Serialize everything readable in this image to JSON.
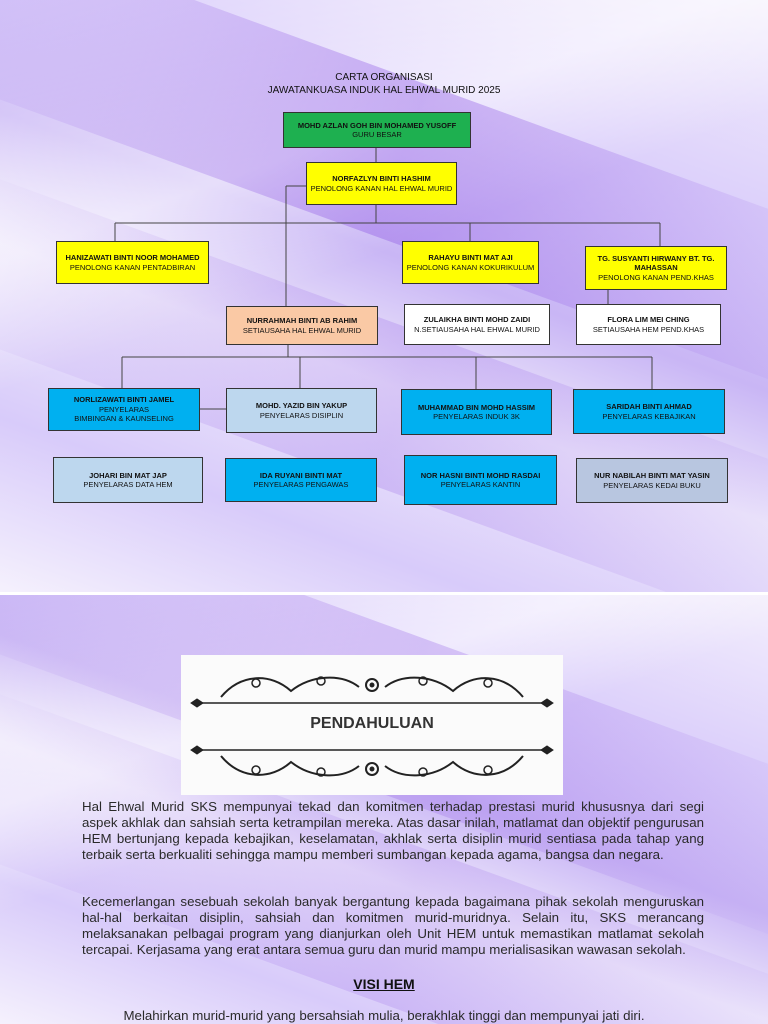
{
  "chart": {
    "title_line1": "CARTA ORGANISASI",
    "title_line2": "JAWATANKUASA INDUK HAL EHWAL MURID 2025",
    "nodes": {
      "guru_besar": {
        "name": "MOHD AZLAN GOH BIN MOHAMED YUSOFF",
        "role": "GURU BESAR"
      },
      "pk_hem": {
        "name": "NORFAZLYN BINTI HASHIM",
        "role": "PENOLONG KANAN HAL EHWAL MURID"
      },
      "pk_pentadbiran": {
        "name": "HANIZAWATI BINTI NOOR MOHAMED",
        "role": "PENOLONG KANAN PENTADBIRAN"
      },
      "pk_koku": {
        "name": "RAHAYU BINTI MAT AJI",
        "role": "PENOLONG KANAN KOKURIKULUM"
      },
      "pk_pendkhas": {
        "name": "TG. SUSYANTI HIRWANY BT. TG. MAHASSAN",
        "role": "PENOLONG KANAN PEND.KHAS"
      },
      "setiausaha": {
        "name": "NURRAHMAH BINTI AB RAHIM",
        "role": "SETIAUSAHA HAL EHWAL MURID"
      },
      "n_setiausaha": {
        "name": "ZULAIKHA BINTI MOHD ZAIDI",
        "role": "N.SETIAUSAHA HAL EHWAL MURID"
      },
      "setiausaha_pendkhas": {
        "name": "FLORA LIM MEI CHING",
        "role": "SETIAUSAHA HEM PEND.KHAS"
      },
      "bimbingan": {
        "name": "NORLIZAWATI BINTI JAMEL",
        "role": "PENYELARAS",
        "role2": "BIMBINGAN & KAUNSELING"
      },
      "disiplin": {
        "name": "MOHD. YAZID BIN YAKUP",
        "role": "PENYELARAS DISIPLIN"
      },
      "induk3k": {
        "name": "MUHAMMAD BIN MOHD HASSIM",
        "role": "PENYELARAS INDUK 3K"
      },
      "kebajikan": {
        "name": "SARIDAH BINTI AHMAD",
        "role": "PENYELARAS KEBAJIKAN"
      },
      "data_hem": {
        "name": "JOHARI BIN MAT JAP",
        "role": "PENYELARAS DATA HEM"
      },
      "pengawas": {
        "name": "IDA RUYANI BINTI MAT",
        "role": "PENYELARAS PENGAWAS"
      },
      "kantin": {
        "name": "NOR HASNI BINTI MOHD RASDAI",
        "role": "PENYELARAS KANTIN"
      },
      "kedai_buku": {
        "name": "NUR NABILAH BINTI MAT YASIN",
        "role": "PENYELARAS KEDAI BUKU"
      }
    },
    "colors": {
      "yellow": "#ffff00",
      "green": "#1eb050",
      "peach": "#fac9a5",
      "blue": "#00b0f0",
      "light_blue": "#bdd7ee"
    }
  },
  "pendahuluan": {
    "heading": "PENDAHULUAN",
    "paragraph1": "Hal Ehwal Murid SKS mempunyai tekad dan komitmen terhadap prestasi murid khususnya dari segi aspek akhlak dan sahsiah serta ketrampilan mereka. Atas dasar inilah, matlamat dan objektif pengurusan HEM bertunjang kepada kebajikan, keselamatan, akhlak serta disiplin murid sentiasa pada tahap yang terbaik serta berkualiti sehingga mampu memberi sumbangan kepada agama, bangsa dan negara.",
    "paragraph2": "Kecemerlangan sesebuah sekolah banyak bergantung kepada bagaimana pihak sekolah menguruskan hal-hal berkaitan disiplin, sahsiah dan komitmen murid-muridnya. Selain itu, SKS merancang melaksanakan pelbagai program yang dianjurkan oleh Unit HEM untuk memastikan matlamat sekolah tercapai. Kerjasama yang erat antara semua guru dan murid mampu merialisasikan wawasan sekolah."
  },
  "visi": {
    "heading": "VISI HEM",
    "text": "Melahirkan murid-murid yang bersahsiah mulia, berakhlak tinggi dan mempunyai jati diri."
  }
}
